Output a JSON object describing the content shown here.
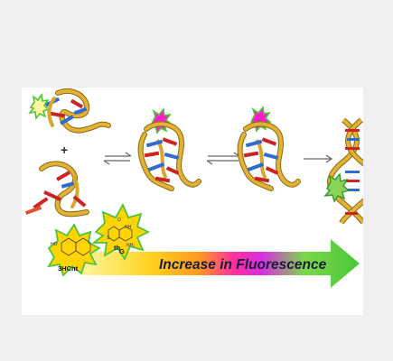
{
  "diagram": {
    "arrow_text": "Increase in Fluorescence",
    "probe_labels": {
      "left": "3HCnt",
      "right_prefix": "th",
      "right_main": "G"
    },
    "plus_symbol": "+"
  }
}
